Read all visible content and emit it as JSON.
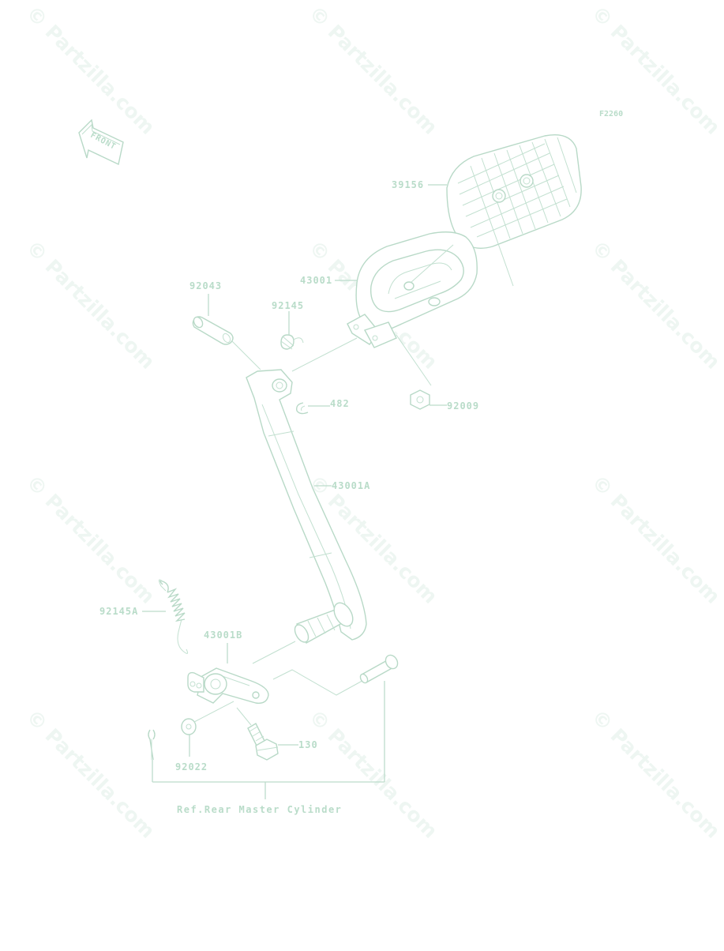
{
  "watermark": {
    "text": "© Partzilla.com",
    "color": "#eef6f2"
  },
  "diagram": {
    "figure_code": "F2260",
    "front_arrow_label": "FRONT",
    "reference_note": "Ref.Rear Master Cylinder",
    "line_color": "#b8d9c7",
    "labels": {
      "p39156": "39156",
      "p43001": "43001",
      "p92043": "92043",
      "p92145": "92145",
      "p482": "482",
      "p92009": "92009",
      "p43001A": "43001A",
      "p92145A": "92145A",
      "p43001B": "43001B",
      "p130": "130",
      "p92022": "92022"
    }
  }
}
